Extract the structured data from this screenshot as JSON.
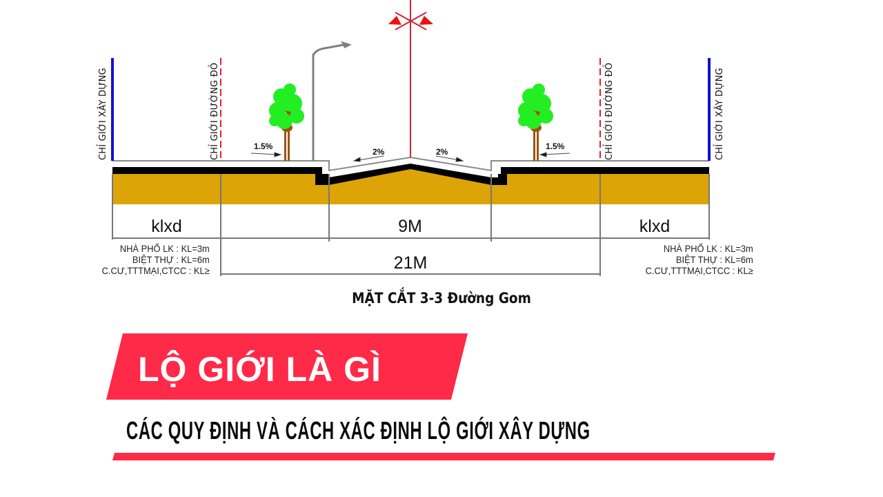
{
  "diagram": {
    "labels": {
      "building_line_left": "CHỈ GIỚI XÂY DỰNG",
      "red_line_left": "CHỈ GIỚI ĐƯỜNG ĐỎ",
      "red_line_right": "CHỈ GIỚI ĐƯỜNG ĐỎ",
      "building_line_right": "CHỈ GIỚI XÂY DỰNG"
    },
    "slopes": {
      "left_sidewalk": "1.5%",
      "left_lane": "2%",
      "right_lane": "2%",
      "right_sidewalk": "1.5%"
    },
    "dimensions": {
      "left_setback": "klxd",
      "carriageway": "9M",
      "right_setback": "klxd",
      "total_width": "21M"
    },
    "setback_notes_left": [
      "NHÀ PHỐ LK : KL=3m",
      "BIỆT THỰ : KL=6m",
      "C.CƯ,TTTMẠI,CTCC : KL≥"
    ],
    "setback_notes_right": [
      "NHÀ PHỐ LK : KL=3m",
      "BIỆT THỰ : KL=6m",
      "C.CƯ,TTTMẠI,CTCC : KL≥"
    ],
    "caption": "MẶT CẮT 3-3 Đường Gom",
    "colors": {
      "building_line": "#1010d0",
      "red_line": "#e0202a",
      "asphalt": "#000000",
      "base_layer": "#dca406",
      "tree_foliage": "#22ee22",
      "tree_trunk": "#a0520a",
      "lamp_post": "#808080"
    }
  },
  "banner": {
    "title": "LỘ GIỚI LÀ GÌ",
    "subtitle": "CÁC QUY ĐỊNH VÀ CÁCH XÁC ĐỊNH LỘ GIỚI XÂY DỰNG",
    "accent_color": "#fe2a48"
  }
}
